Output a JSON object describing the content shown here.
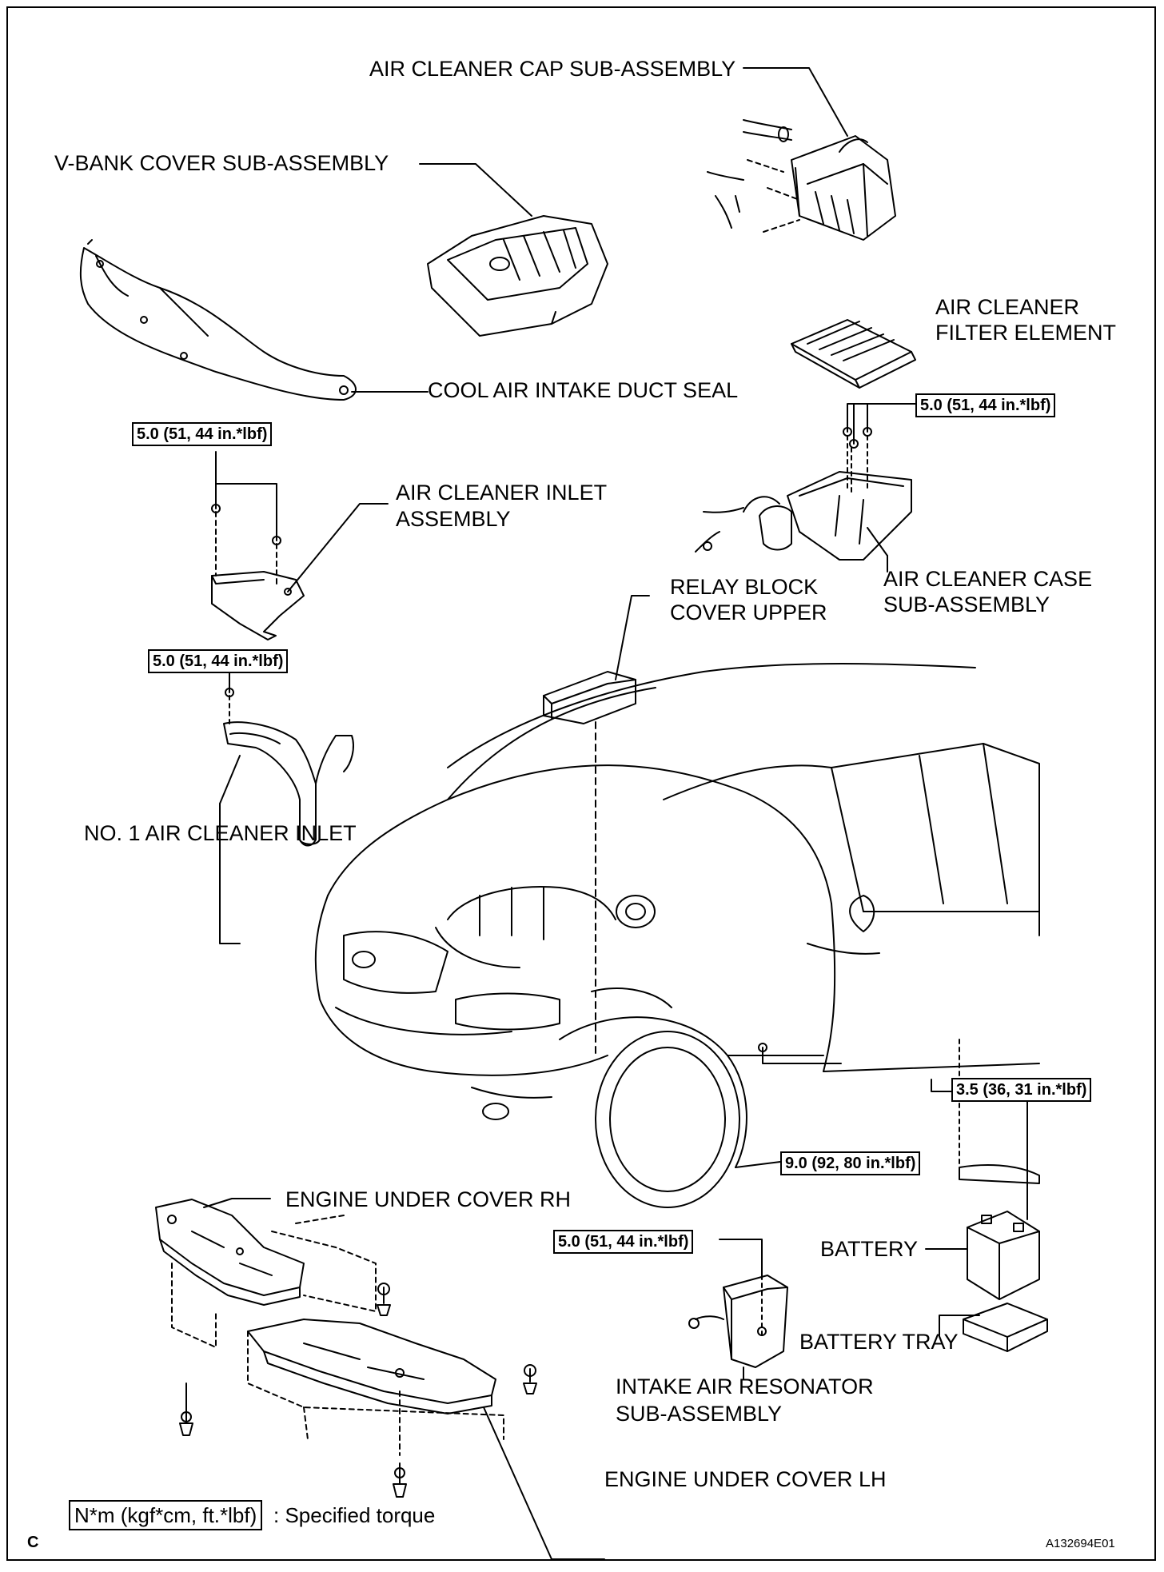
{
  "labels": {
    "cap": "AIR CLEANER CAP SUB-ASSEMBLY",
    "vbank": "V-BANK COVER SUB-ASSEMBLY",
    "filter_1": "AIR CLEANER",
    "filter_2": "FILTER ELEMENT",
    "duct_seal": "COOL AIR INTAKE DUCT SEAL",
    "inlet_asm_1": "AIR CLEANER INLET",
    "inlet_asm_2": "ASSEMBLY",
    "relay_1": "RELAY BLOCK",
    "relay_2": "COVER UPPER",
    "case_1": "AIR CLEANER CASE",
    "case_2": "SUB-ASSEMBLY",
    "no1_inlet": "NO. 1 AIR CLEANER INLET",
    "under_rh": "ENGINE UNDER COVER RH",
    "under_lh": "ENGINE UNDER COVER LH",
    "battery": "BATTERY",
    "battery_tray": "BATTERY TRAY",
    "resonator_1": "INTAKE AIR RESONATOR",
    "resonator_2": "SUB-ASSEMBLY"
  },
  "torques": {
    "case": "5.0 (51, 44 in.*lbf)",
    "inlet_asm": "5.0 (51, 44 in.*lbf)",
    "no1_inlet": "5.0 (51, 44 in.*lbf)",
    "battery_clamp": "3.5 (36, 31 in.*lbf)",
    "battery_term": "9.0 (92, 80 in.*lbf)",
    "resonator": "5.0 (51, 44 in.*lbf)"
  },
  "legend": {
    "unit_box": "N*m (kgf*cm, ft.*lbf)",
    "desc": ": Specified torque"
  },
  "footer": {
    "corner": "C",
    "figure_id": "A132694E01"
  }
}
